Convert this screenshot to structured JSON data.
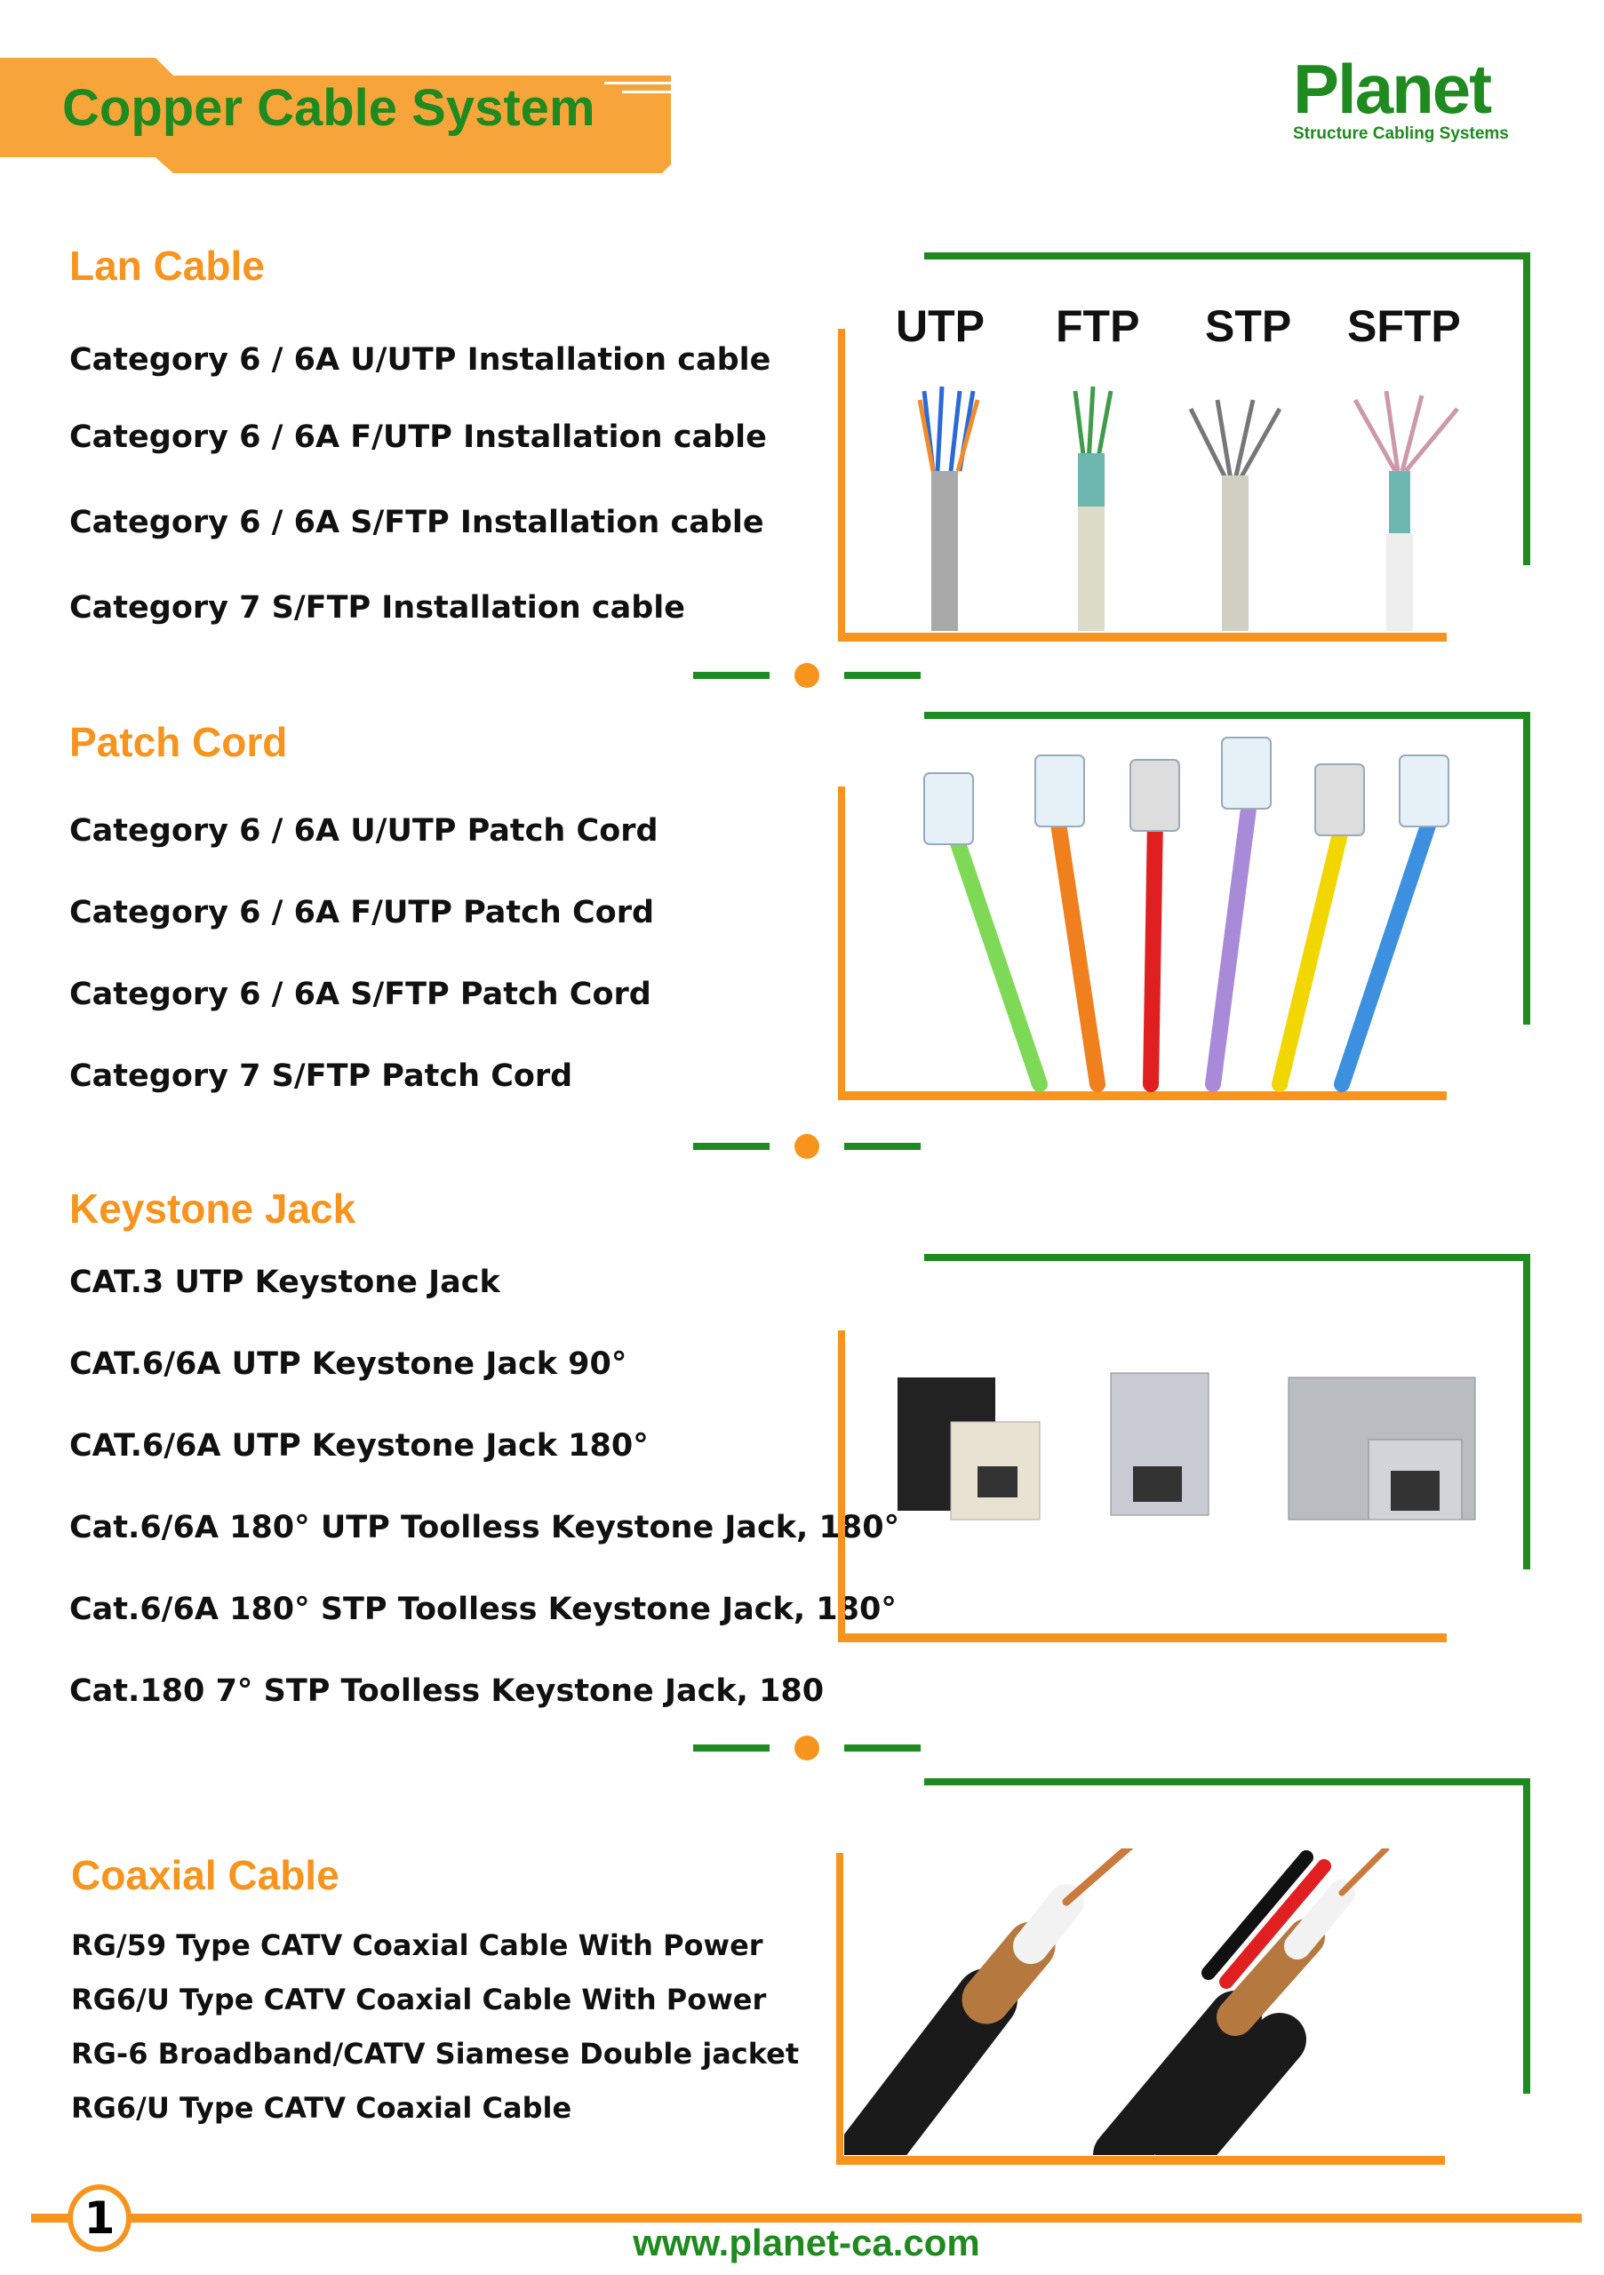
{
  "header": {
    "title": "Copper Cable System",
    "logo_text": "Planet",
    "logo_tagline": "Structure Cabling Systems"
  },
  "sections": {
    "lan": {
      "heading": "Lan Cable",
      "items": [
        "Category 6 / 6A U/UTP Installation cable",
        "Category 6 / 6A F/UTP Installation cable",
        "Category 6 / 6A S/FTP Installation cable",
        "Category 7 S/FTP Installation cable"
      ],
      "image_labels": [
        "UTP",
        "FTP",
        "STP",
        "SFTP"
      ]
    },
    "patch": {
      "heading": "Patch Cord",
      "items": [
        "Category 6 / 6A U/UTP Patch Cord",
        "Category 6 / 6A F/UTP Patch Cord",
        "Category 6 / 6A S/FTP Patch Cord",
        "Category 7 S/FTP Patch Cord"
      ]
    },
    "keystone": {
      "heading": "Keystone Jack",
      "items": [
        "CAT.3 UTP Keystone Jack",
        "CAT.6/6A UTP Keystone Jack 90°",
        "CAT.6/6A UTP Keystone Jack 180°",
        "Cat.6/6A 180° UTP Toolless Keystone Jack, 180°",
        "Cat.6/6A 180° STP Toolless Keystone Jack, 180°",
        "Cat.180 7° STP Toolless Keystone Jack, 180"
      ]
    },
    "coax": {
      "heading": "Coaxial Cable",
      "items": [
        "RG/59 Type CATV Coaxial Cable With Power",
        "RG6/U Type CATV Coaxial Cable With Power",
        "RG-6 Broadband/CATV Siamese Double jacket",
        "RG6/U Type CATV Coaxial Cable"
      ]
    }
  },
  "footer": {
    "page_number": "1",
    "url": "www.planet-ca.com"
  },
  "colors": {
    "orange": "#f7941d",
    "green": "#1f8a1f"
  }
}
